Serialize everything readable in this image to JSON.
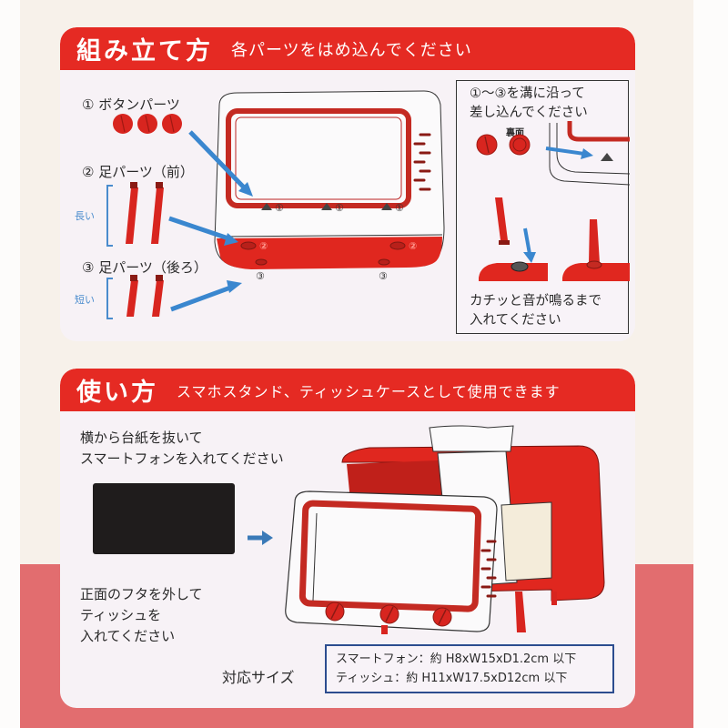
{
  "colors": {
    "header_red": "#e52a23",
    "part_red": "#d8251f",
    "arrow_blue": "#3a87cf",
    "size_box_border": "#2c4d8f",
    "box_cream": "#f7f1ea",
    "box_pink_band": "#e26d6f",
    "panel_bg": "#f7f2f6"
  },
  "assembly": {
    "title": "組み立て方",
    "subtitle": "各パーツをはめ込んでください",
    "parts": [
      {
        "label": "① ボタンパーツ",
        "count": 3
      },
      {
        "label": "② 足パーツ（前）",
        "length_label": "長い",
        "count": 2
      },
      {
        "label": "③ 足パーツ（後ろ）",
        "length_label": "短い",
        "count": 2
      }
    ],
    "diagram_markers": {
      "button_slots": [
        "①",
        "①",
        "①"
      ],
      "front_leg_slots": [
        "②",
        "②"
      ],
      "back_leg_slots": [
        "③",
        "③"
      ]
    },
    "inset": {
      "line1": "①〜③を溝に沿って",
      "line2": "差し込んでください",
      "back_label": "裏面",
      "bottom_line1": "カチッと音が鳴るまで",
      "bottom_line2": "入れてください"
    }
  },
  "usage": {
    "title": "使い方",
    "subtitle": "スマホスタンド、ティッシュケースとして使用できます",
    "step1_line1": "横から台紙を抜いて",
    "step1_line2": "スマートフォンを入れてください",
    "step2_line1": "正面のフタを外して",
    "step2_line2": "ティッシュを",
    "step2_line3": "入れてください",
    "size_label": "対応サイズ",
    "sizes": [
      "スマートフォン：約 H8xW15xD1.2cm 以下",
      "ティッシュ：約 H11xW17.5xD12cm 以下"
    ]
  }
}
